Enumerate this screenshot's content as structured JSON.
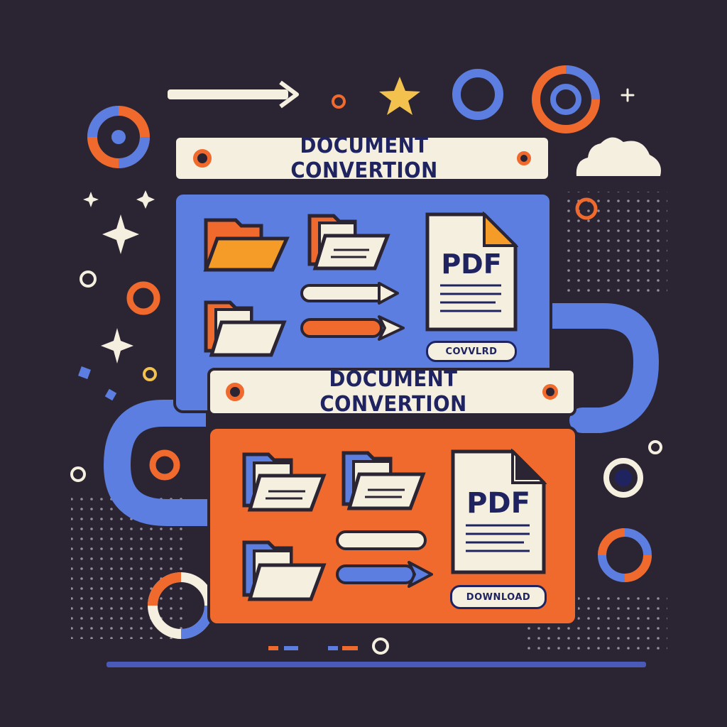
{
  "colors": {
    "background": "#2b2533",
    "blue": "#5b7ee0",
    "orange": "#f06a2e",
    "cream": "#f5efe0",
    "navy": "#1f2461",
    "star": "#f2c14e"
  },
  "windows": [
    {
      "title": "DOCUMENT CONVERTION",
      "file_label": "PDF",
      "button_label": "COVVLRD"
    },
    {
      "title": "DOCUMENT CONVERTION",
      "file_label": "PDF",
      "button_label": "DOWNLOAD"
    }
  ],
  "icons": [
    "arrow-right-icon",
    "star-icon",
    "cloud-icon",
    "sparkle-icon",
    "ring-icon",
    "folder-icon",
    "pdf-file-icon"
  ]
}
